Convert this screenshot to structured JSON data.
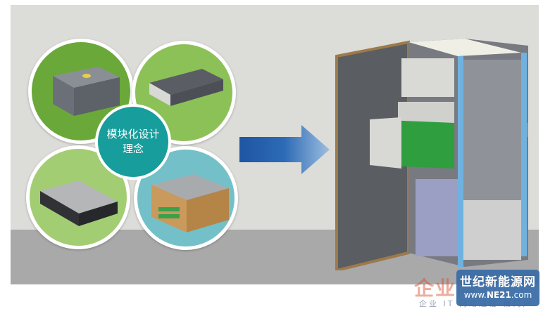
{
  "diagram": {
    "center_label_line1": "模块化设计",
    "center_label_line2": "理念",
    "modules": [
      {
        "name": "module-1",
        "color": "#6aa83a"
      },
      {
        "name": "module-2",
        "color": "#8cc157"
      },
      {
        "name": "module-3",
        "color": "#a3cd72"
      },
      {
        "name": "module-4",
        "color": "#74c0c9"
      }
    ],
    "center_color": "#179d9b",
    "arrow_color": "#1f5aa6"
  },
  "watermark": {
    "brand_cn": "企业网",
    "slogan": "企业 IT 网络通信 第门户",
    "logo_title": "世纪新能源网",
    "logo_url_prefix": "www.",
    "logo_url_bold": "NE21",
    "logo_url_suffix": ".com"
  }
}
